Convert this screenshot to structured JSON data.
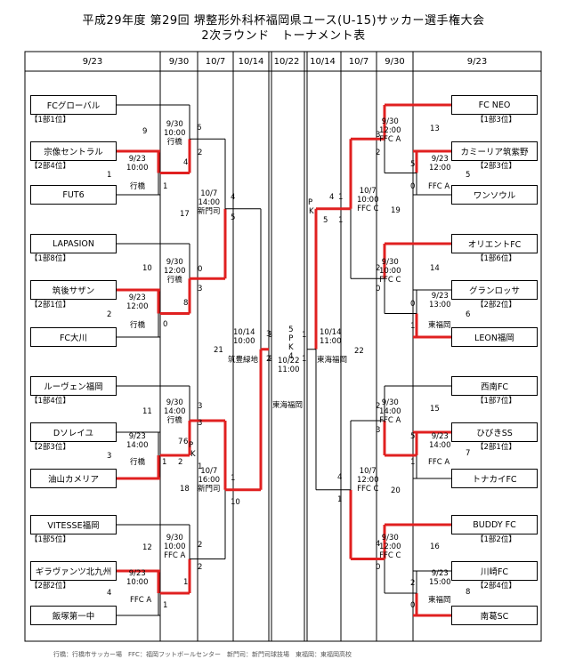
{
  "title": "平成29年度 第29回 堺整形外科杯福岡県ユース(U-15)サッカー選手権大会",
  "subtitle": "2次ラウンド　トーナメント表",
  "headers": [
    "9/23",
    "9/30",
    "10/7",
    "10/14",
    "10/22",
    "10/14",
    "10/7",
    "9/30",
    "9/23"
  ],
  "left": {
    "teams": [
      {
        "name": "FCグローバル",
        "rank": "【1部1位】"
      },
      {
        "name": "宗像セントラル",
        "rank": "【2部4位】"
      },
      {
        "name": "FUT6",
        "rank": ""
      },
      {
        "name": "LAPASION",
        "rank": "【1部8位】"
      },
      {
        "name": "筑後サザン",
        "rank": "【2部1位】"
      },
      {
        "name": "FC大川",
        "rank": ""
      },
      {
        "name": "ルーヴェン福岡",
        "rank": "【1部4位】"
      },
      {
        "name": "Dソレイユ",
        "rank": "【2部3位】"
      },
      {
        "name": "油山カメリア",
        "rank": ""
      },
      {
        "name": "VITESSE福岡",
        "rank": "【1部5位】"
      },
      {
        "name": "ギラヴァンツ北九州",
        "rank": "【2部2位】"
      },
      {
        "name": "飯塚第一中",
        "rank": ""
      }
    ],
    "match_nums": [
      "9",
      "1",
      "17",
      "10",
      "2",
      "21",
      "11",
      "3",
      "18",
      "12",
      "4"
    ],
    "schedules": [
      "9/30\n10:00\n行橋",
      "9/23\n10:00",
      "行橋",
      "10/7\n14:00\n新門司",
      "9/30\n12:00\n行橋",
      "9/23\n12:00",
      "行橋",
      "10/14\n10:00",
      "筑豊緑地",
      "9/30\n14:00\n行橋",
      "9/23\n14:00",
      "行橋",
      "10/7\n16:00\n新門司",
      "9/30\n10:00\nFFC A",
      "9/23\n10:00",
      "FFC A"
    ],
    "scores": [
      "6",
      "4",
      "2",
      "1",
      "4",
      "5",
      "0",
      "8",
      "3",
      "0",
      "3",
      "2",
      "3",
      "6",
      "3",
      "7",
      "1",
      "2",
      "1",
      "1",
      "10",
      "2",
      "1",
      "2",
      "1"
    ],
    "pk": [
      "P",
      "K"
    ]
  },
  "right": {
    "teams": [
      {
        "name": "FC NEO",
        "rank": "【1部3位】"
      },
      {
        "name": "カミーリア筑紫野",
        "rank": "【2部3位】"
      },
      {
        "name": "ワンソウル",
        "rank": ""
      },
      {
        "name": "オリエントFC",
        "rank": "【1部6位】"
      },
      {
        "name": "グランロッサ",
        "rank": "【2部2位】"
      },
      {
        "name": "LEON福岡",
        "rank": ""
      },
      {
        "name": "西南FC",
        "rank": "【1部7位】"
      },
      {
        "name": "ひびきSS",
        "rank": "【2部1位】"
      },
      {
        "name": "トナカイFC",
        "rank": ""
      },
      {
        "name": "BUDDY FC",
        "rank": "【1部2位】"
      },
      {
        "name": "川崎FC",
        "rank": "【2部4位】"
      },
      {
        "name": "南葛SC",
        "rank": ""
      }
    ],
    "match_nums": [
      "13",
      "5",
      "19",
      "14",
      "6",
      "22",
      "15",
      "7",
      "20",
      "16",
      "8"
    ],
    "schedules": [
      "9/30\n12:00\nFFC A",
      "9/23\n12:00",
      "FFC A",
      "10/7\n10:00\nFFC C",
      "9/30\n10:00\nFFC C",
      "9/23\n13:00",
      "東福岡",
      "10/14\n11:00",
      "東海福岡",
      "9/30\n14:00\nFFC A",
      "9/23\n14:00",
      "FFC A",
      "10/7\n12:00\nFFC C",
      "9/30\n12:00\nFFC C",
      "9/23\n15:00",
      "東福岡"
    ],
    "scores": [
      "3",
      "2",
      "5",
      "0",
      "4",
      "1",
      "5",
      "1",
      "2",
      "0",
      "0",
      "1",
      "2",
      "3",
      "5",
      "1",
      "4",
      "1",
      "4",
      "0",
      "2",
      "0"
    ],
    "pk": [
      "P",
      "K"
    ]
  },
  "final": {
    "schedule": "10/22\n11:00",
    "venue": "東海福岡",
    "score_left_top": "3",
    "score_right_top": "1",
    "score_left_bottom": "2",
    "score_right_bottom": "1",
    "pk_text": "5\nP\nK\n4"
  },
  "footnote": "行橋：行橋市サッカー場　FFC：福岡フットボールセンター　新門司：新門司球技場　東福岡：東福岡高校"
}
